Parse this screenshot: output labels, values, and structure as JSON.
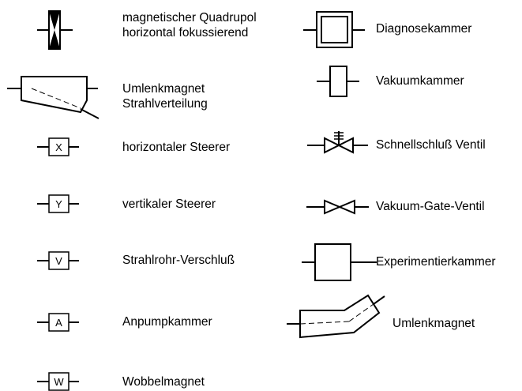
{
  "legend": {
    "left": [
      {
        "symbol": "quadrupole-icon",
        "lines": [
          "magnetischer Quadrupol",
          "horizontal fokussierend"
        ]
      },
      {
        "symbol": "bending-magnet-distribution-icon",
        "lines": [
          "Umlenkmagnet",
          "Strahlverteilung"
        ]
      },
      {
        "symbol": "boxed-letter-icon",
        "letter": "X",
        "lines": [
          "horizontaler Steerer"
        ]
      },
      {
        "symbol": "boxed-letter-icon",
        "letter": "Y",
        "lines": [
          "vertikaler Steerer"
        ]
      },
      {
        "symbol": "boxed-letter-icon",
        "letter": "V",
        "lines": [
          "Strahlrohr-Verschluß"
        ]
      },
      {
        "symbol": "boxed-letter-icon",
        "letter": "A",
        "lines": [
          "Anpumpkammer"
        ]
      },
      {
        "symbol": "boxed-letter-icon",
        "letter": "W",
        "lines": [
          "Wobbelmagnet"
        ]
      }
    ],
    "right": [
      {
        "symbol": "double-box-icon",
        "lines": [
          "Diagnosekammer"
        ]
      },
      {
        "symbol": "narrow-box-icon",
        "lines": [
          "Vakuumkammer"
        ]
      },
      {
        "symbol": "fast-valve-icon",
        "lines": [
          "Schnellschluß Ventil"
        ]
      },
      {
        "symbol": "gate-valve-icon",
        "lines": [
          "Vakuum-Gate-Ventil"
        ]
      },
      {
        "symbol": "large-box-icon",
        "lines": [
          "Experimentierkammer"
        ]
      },
      {
        "symbol": "bending-magnet-icon",
        "lines": [
          "Umlenkmagnet"
        ]
      }
    ]
  }
}
